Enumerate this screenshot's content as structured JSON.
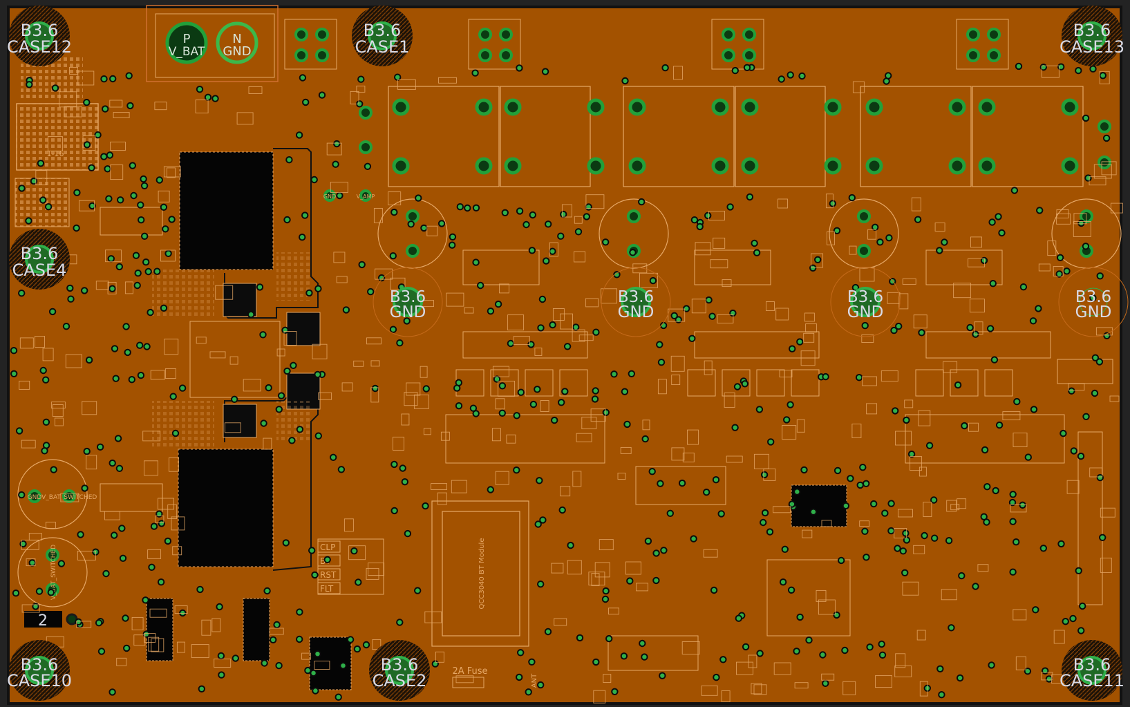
{
  "colors": {
    "background": "#232323",
    "board": "#a35200",
    "board_edge": "#1a1a1a",
    "silkscreen": "#e6a866",
    "pad_green": "#1f8a2a",
    "via_green": "#2fb04a",
    "copper_dark": "#050505",
    "label_white": "#d9dbe6"
  },
  "mounting_holes": [
    {
      "top": "B3.6",
      "bottom": "CASE12"
    },
    {
      "top": "B3.6",
      "bottom": "CASE1"
    },
    {
      "top": "B3.6",
      "bottom": "CASE13"
    },
    {
      "top": "B3.6",
      "bottom": "CASE4"
    },
    {
      "top": "B3.6",
      "bottom": "CASE10"
    },
    {
      "top": "B3.6",
      "bottom": "CASE2"
    },
    {
      "top": "B3.6",
      "bottom": "CASE11"
    }
  ],
  "gnd_holes": [
    {
      "top": "B3.6",
      "bottom": "GND"
    },
    {
      "top": "B3.6",
      "bottom": "GND"
    },
    {
      "top": "B3.6",
      "bottom": "GND"
    },
    {
      "top": "B3.6",
      "bottom": "GND"
    }
  ],
  "power_connector": {
    "pos_pin": "P",
    "pos_net": "V_BAT",
    "neg_pin": "N",
    "neg_net": "GND"
  },
  "labels": {
    "gnd_small": "GND",
    "v_amp": "V_AMP",
    "gnd_v_bat_switched": "GNDV_BAT_SWITCHED",
    "v_bat_switched": "V_BAT_SWITCHED",
    "bt_module": "QCC3040 BT Module",
    "fuse": "2A Fuse",
    "ant": "ANT",
    "clp": "CLP",
    "bt": "BT",
    "rst": "RST",
    "flt": "FLT",
    "jumper": "2",
    "ref_1_16": "1-16"
  }
}
